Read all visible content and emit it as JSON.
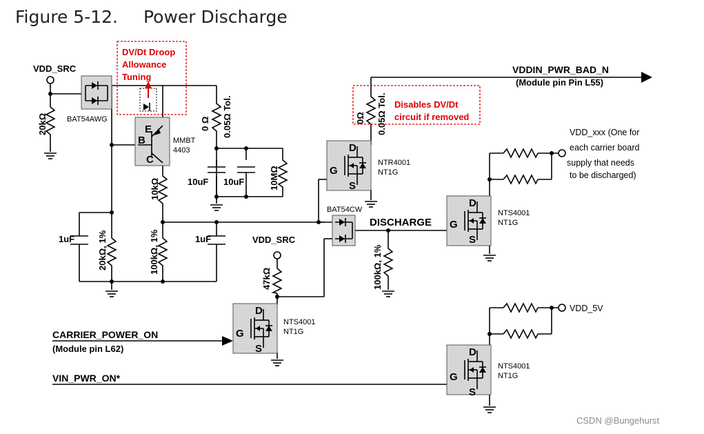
{
  "figure": {
    "number": "Figure 5-12.",
    "title": "Power Discharge"
  },
  "nets": {
    "vdd_src_top": "VDD_SRC",
    "vdd_src_mid": "VDD_SRC",
    "vddin_pwr_bad": "VDDIN_PWR_BAD_N",
    "vddin_pwr_bad_pin": "(Module pin Pin L55)",
    "discharge": "DISCHARGE",
    "carrier_power_on": "CARRIER_POWER_ON",
    "carrier_power_on_pin": "(Module pin L62)",
    "vin_pwr_on": "VIN_PWR_ON*",
    "vdd_xxx": "VDD_xxx (One for",
    "vdd_xxx_note": [
      "each carrier board",
      "supply that needs",
      "to be discharged)"
    ],
    "vdd_5v": "VDD_5V"
  },
  "annotations": {
    "droop": [
      "DV/Dt Droop",
      "Allowance",
      "Tuning"
    ],
    "disables": [
      "Disables DV/Dt",
      "circuit if removed"
    ]
  },
  "parts": {
    "bat54awg": "BAT54AWG",
    "bat54cw": "BAT54CW",
    "mmbt_1": "MMBT",
    "mmbt_2": "4403",
    "ntr_1": "NTR4001",
    "ntr_2": "NT1G",
    "nts_1": "NTS4001",
    "nts_2": "NT1G"
  },
  "values": {
    "r_20k_top": "20kΩ",
    "r_0_ohm": "0 Ω",
    "r_0_tol": "0.05Ω Tol.",
    "r_0_ohm_b": "0Ω",
    "r_0_tol_b": "0.05Ω Tol.",
    "c_10uf_a": "10uF",
    "c_10uf_b": "10uF",
    "r_10m": "10MΩ",
    "r_10k": "10kΩ",
    "r_100k_1": "100kΩ, 1%",
    "r_20k_1": "20kΩ, 1%",
    "c_1uf_a": "1uF",
    "c_1uf_b": "1uF",
    "r_47k": "47kΩ",
    "r_100k_dis": "100kΩ, 1%"
  },
  "pins": {
    "e": "E",
    "b": "B",
    "c": "C",
    "d": "D",
    "g": "G",
    "s": "S"
  },
  "watermark": "CSDN @Bungehurst"
}
